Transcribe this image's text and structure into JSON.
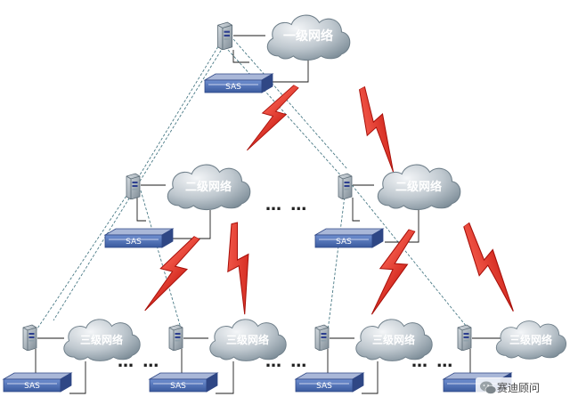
{
  "nodes": {
    "level1": "一级网络",
    "level2": "二级网络",
    "level3": "三级网络",
    "storage": "SAS"
  },
  "ellipsis": "… …",
  "watermark": "赛迪顾问",
  "colors": {
    "cloud_light": "#eef2f5",
    "cloud_dark": "#8a9aa6",
    "link": "#e0241b",
    "dashed": "#4a7a86",
    "sas_body": "#3f5fa3"
  }
}
